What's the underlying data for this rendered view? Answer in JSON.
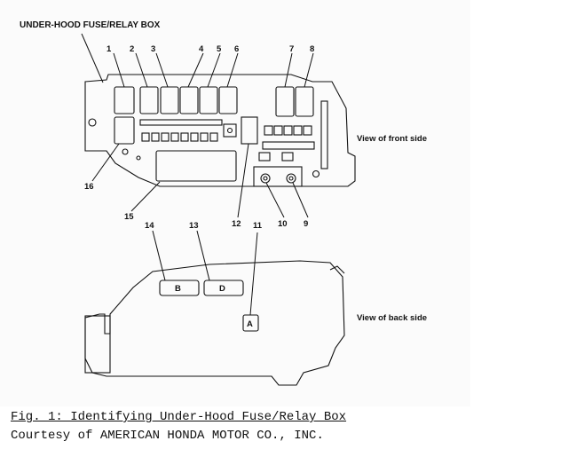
{
  "diagram": {
    "title": "UNDER-HOOD FUSE/RELAY BOX",
    "front_view_label": "View of front side",
    "back_view_label": "View of back side",
    "callouts": {
      "c1": "1",
      "c2": "2",
      "c3": "3",
      "c4": "4",
      "c5": "5",
      "c6": "6",
      "c7": "7",
      "c8": "8",
      "c9": "9",
      "c10": "10",
      "c11": "11",
      "c12": "12",
      "c13": "13",
      "c14": "14",
      "c15": "15",
      "c16": "16"
    },
    "back_fuse_letters": {
      "b": "B",
      "d": "D",
      "a": "A"
    }
  },
  "caption": {
    "figure": "Fig. 1: Identifying Under-Hood Fuse/Relay Box",
    "courtesy": "Courtesy of AMERICAN HONDA MOTOR CO., INC."
  }
}
